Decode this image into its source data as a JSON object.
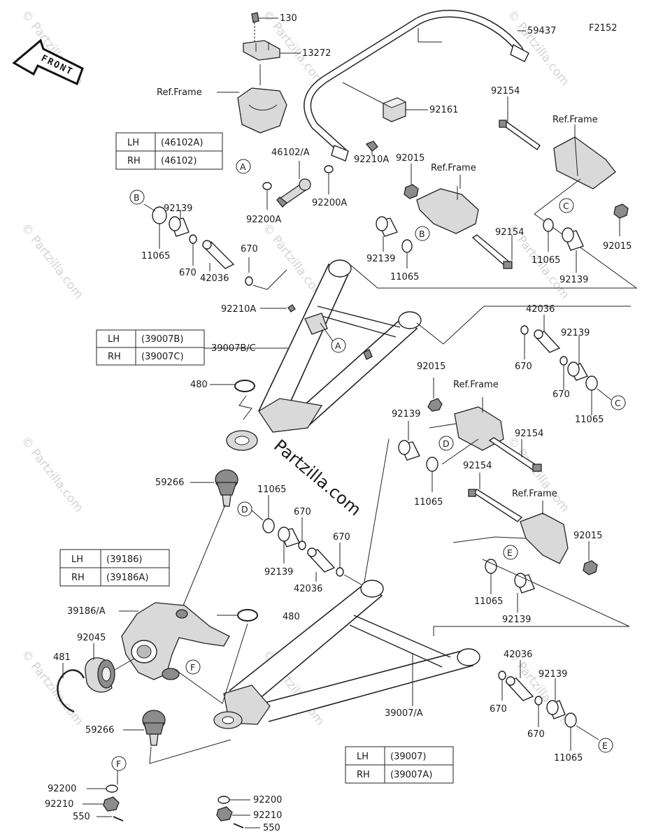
{
  "figure_id": "F2152",
  "front_label": "FRONT",
  "ref_frame": "Ref.Frame",
  "watermark": "© Partzilla.com",
  "brand": "Partzilla.com",
  "parts": {
    "p130": "130",
    "p13272": "13272",
    "p59437": "59437",
    "p92161": "92161",
    "p92154": "92154",
    "p46102A": "46102/A",
    "p92210A": "92210A",
    "p92015": "92015",
    "p92200A": "92200A",
    "p92139": "92139",
    "p11065": "11065",
    "p670": "670",
    "p42036": "42036",
    "p39007BC": "39007B/C",
    "p480": "480",
    "p59266": "59266",
    "p39186A": "39186/A",
    "p92045": "92045",
    "p481": "481",
    "p39007A": "39007/A",
    "p92200": "92200",
    "p92210": "92210",
    "p550": "550"
  },
  "markers": [
    "A",
    "B",
    "C",
    "D",
    "E",
    "F"
  ],
  "tables": {
    "t46102": {
      "rows": [
        [
          "LH",
          "(46102A)"
        ],
        [
          "RH",
          "(46102)"
        ]
      ]
    },
    "t39007B": {
      "rows": [
        [
          "LH",
          "(39007B)"
        ],
        [
          "RH",
          "(39007C)"
        ]
      ]
    },
    "t39186": {
      "rows": [
        [
          "LH",
          "(39186)"
        ],
        [
          "RH",
          "(39186A)"
        ]
      ]
    },
    "t39007": {
      "rows": [
        [
          "LH",
          "(39007)"
        ],
        [
          "RH",
          "(39007A)"
        ]
      ]
    }
  }
}
